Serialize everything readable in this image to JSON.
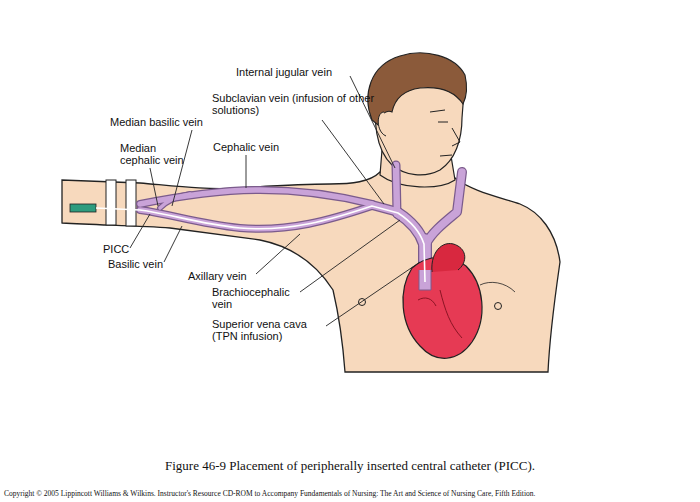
{
  "diagram": {
    "caption": "Figure 46-9 Placement of peripherally inserted central catheter (PICC).",
    "labels": [
      "Internal jugular vein",
      "Subclavian vein (infusion of other solutions)",
      "Median basilic vein",
      "Median cephalic vein",
      "Cephalic vein",
      "PICC",
      "Basilic vein",
      "Axillary vein",
      "Brachiocephalic vein",
      "Superior vena cava (TPN infusion)",
      "Copyright © 2005 Lippincott Williams & Wilkins. Instructor's Resource CD-ROM to Accompany Fundamentals of Nursing: The Art and Science of Nursing Care, Fifth Edition."
    ]
  }
}
